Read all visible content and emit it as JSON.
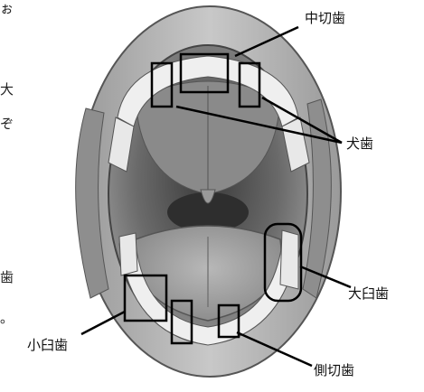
{
  "labels": {
    "central_incisor": "中切歯",
    "canine": "犬歯",
    "molar": "大臼歯",
    "premolar": "小臼歯",
    "lateral_incisor": "側切歯"
  },
  "edge_fragments": [
    "ぉ",
    "大",
    "ぞ",
    "歯",
    "。"
  ]
}
